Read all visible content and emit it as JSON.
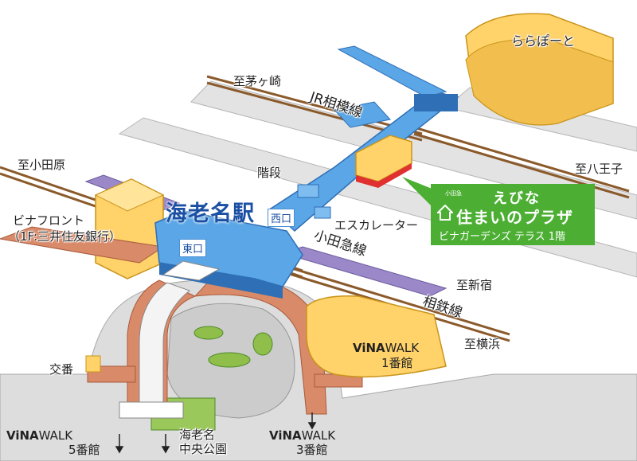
{
  "station": {
    "name": "海老名駅",
    "west_gate": "西口",
    "east_gate": "東口"
  },
  "lines": {
    "jr_sagami": "JR相模線",
    "odakyu": "小田急線",
    "sotetsu": "相鉄線"
  },
  "destinations": {
    "chigasaki": "至茅ヶ崎",
    "odawara": "至小田原",
    "hachioji": "至八王子",
    "shinjuku": "至新宿",
    "yokohama": "至横浜"
  },
  "places": {
    "lalaport": "ららぽーと",
    "kaidan": "階段",
    "escalator": "エスカレーター",
    "vinafront": "ビナフロント",
    "vinafront_sub": "（1F:三井住友銀行）",
    "koban": "交番",
    "park_line1": "海老名",
    "park_line2": "中央公園"
  },
  "vina_walk": [
    {
      "brand_bold": "ViNA",
      "brand": "WALK",
      "building": "1番館"
    },
    {
      "brand_bold": "ViNA",
      "brand": "WALK",
      "building": "3番館"
    },
    {
      "brand_bold": "ViNA",
      "brand": "WALK",
      "building": "5番館"
    }
  ],
  "plaza": {
    "line1": "えびな",
    "small": "小田急",
    "line2": "住まいのプラザ",
    "line3": "ビナガーデンズ テラス 1階"
  },
  "colors": {
    "deck": "#5aa6e6",
    "deck_dark": "#2f6fb5",
    "building": "#ffd26a",
    "building_dark": "#e0a81f",
    "track": "#8b5a2b",
    "road": "#d98a68",
    "plaza_green": "#4caf34",
    "odakyu_purple": "#9b88c9"
  }
}
